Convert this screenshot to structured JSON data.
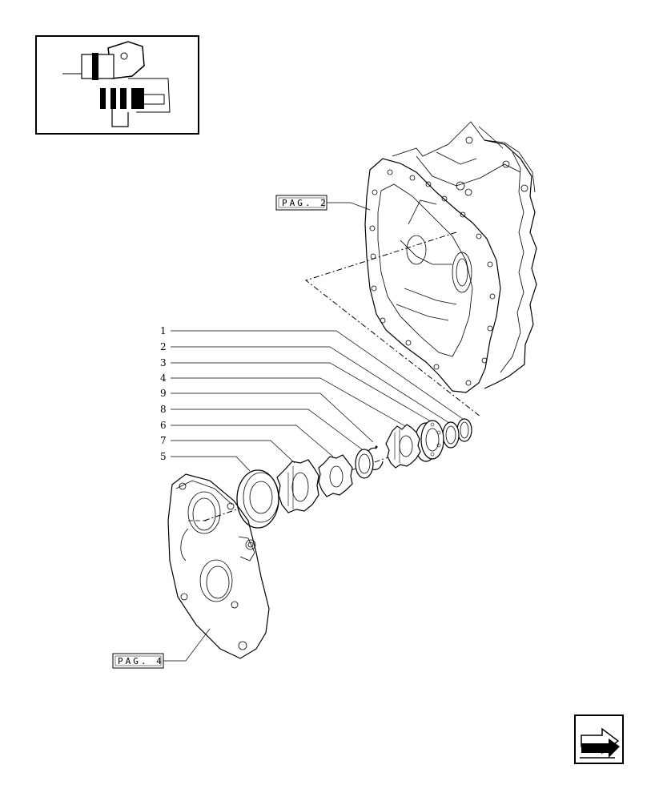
{
  "thumbnail": {
    "icon": "gearbox-section-thumbnail-icon"
  },
  "references": [
    {
      "id": "pag2",
      "text": "PAG. 2"
    },
    {
      "id": "pag4",
      "text": "PAG. 4"
    }
  ],
  "callouts": [
    "1",
    "2",
    "3",
    "4",
    "9",
    "8",
    "6",
    "7",
    "5"
  ],
  "navigation": {
    "icon": "next-page-arrow-icon"
  }
}
